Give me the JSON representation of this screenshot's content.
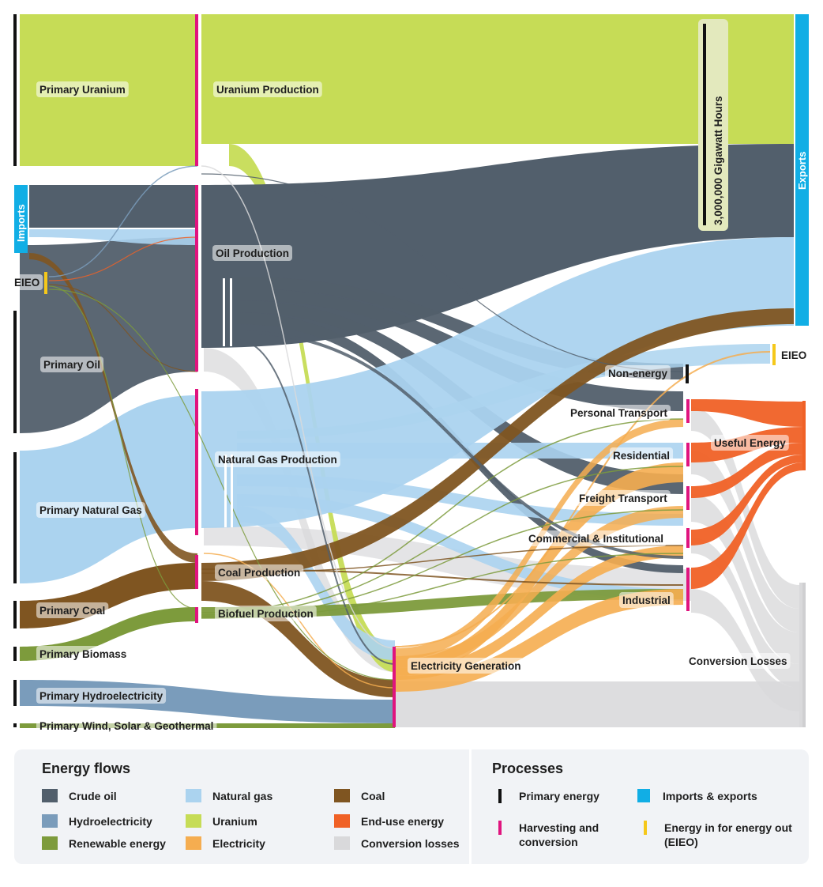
{
  "colors": {
    "crude_oil": "#525f6c",
    "hydro": "#7a9cbb",
    "renewable": "#7d9b3c",
    "natural_gas": "#abd3ef",
    "uranium": "#c6dc56",
    "electricity": "#f5ad50",
    "coal": "#7f5521",
    "end_use": "#f06126",
    "losses": "#d9d9db",
    "primary_bar": "#111111",
    "harvest_bar": "#e0147e",
    "imports_exports": "#11aee5",
    "eieo_bar": "#f5c81a"
  },
  "nodes": {
    "primary_uranium": "Primary Uranium",
    "imports": "Imports",
    "eieo_left": "EIEO",
    "primary_oil": "Primary Oil",
    "primary_natural_gas": "Primary Natural Gas",
    "primary_coal": "Primary Coal",
    "primary_biomass": "Primary Biomass",
    "primary_hydro": "Primary Hydroelectricity",
    "primary_wind": "Primary Wind, Solar & Geothermal",
    "uranium_production": "Uranium Production",
    "oil_production": "Oil Production",
    "natural_gas_production": "Natural Gas Production",
    "coal_production": "Coal Production",
    "biofuel_production": "Biofuel Production",
    "electricity_generation": "Electricity Generation",
    "non_energy": "Non-energy",
    "personal_transport": "Personal Transport",
    "residential": "Residential",
    "freight_transport": "Freight Transport",
    "commercial": "Commercial & Institutional",
    "industrial": "Industrial",
    "useful_energy": "Useful Energy",
    "conversion_losses": "Conversion Losses",
    "eieo_right": "EIEO",
    "exports": "Exports"
  },
  "scale": {
    "label": "3,000,000 Gigawatt Hours"
  },
  "legend": {
    "flows_title": "Energy flows",
    "processes_title": "Processes",
    "flows": [
      {
        "label": "Crude oil",
        "color": "#525f6c"
      },
      {
        "label": "Natural gas",
        "color": "#abd3ef"
      },
      {
        "label": "Coal",
        "color": "#7f5521"
      },
      {
        "label": "Hydroelectricity",
        "color": "#7a9cbb"
      },
      {
        "label": "Uranium",
        "color": "#c6dc56"
      },
      {
        "label": "End-use energy",
        "color": "#f06126"
      },
      {
        "label": "Renewable energy",
        "color": "#7d9b3c"
      },
      {
        "label": "Electricity",
        "color": "#f5ad50"
      },
      {
        "label": "Conversion losses",
        "color": "#d9d9db"
      }
    ],
    "processes": [
      {
        "label": "Primary energy",
        "color": "#111111"
      },
      {
        "label": "Imports & exports",
        "color": "#11aee5"
      },
      {
        "label": "Harvesting and conversion",
        "color": "#e0147e"
      },
      {
        "label": "Energy in for energy out (EIEO)",
        "color": "#f5c81a"
      }
    ]
  }
}
